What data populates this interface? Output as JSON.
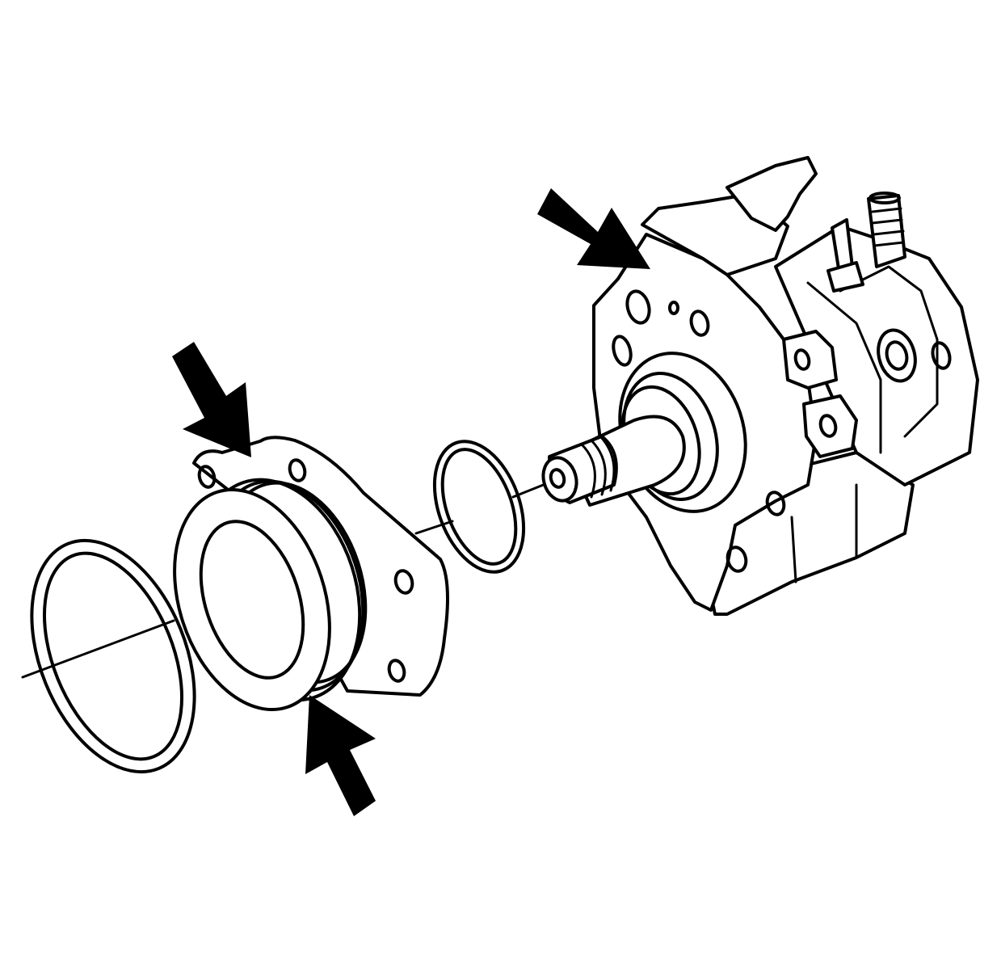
{
  "figure": {
    "background": "#ffffff",
    "line_color": "#000000",
    "arrow_color": "#000000"
  },
  "parts": [
    {
      "id": "large-o-ring",
      "icon": "o-ring"
    },
    {
      "id": "pump-mounting-flange",
      "icon": "flange"
    },
    {
      "id": "small-o-ring",
      "icon": "o-ring"
    },
    {
      "id": "fuel-injection-pump",
      "icon": "pump"
    }
  ],
  "callouts": [
    {
      "id": "arrow-flange-top",
      "points_to": "pump-mounting-flange"
    },
    {
      "id": "arrow-flange-bottom",
      "points_to": "pump-mounting-flange"
    },
    {
      "id": "arrow-pump-face",
      "points_to": "fuel-injection-pump"
    }
  ]
}
